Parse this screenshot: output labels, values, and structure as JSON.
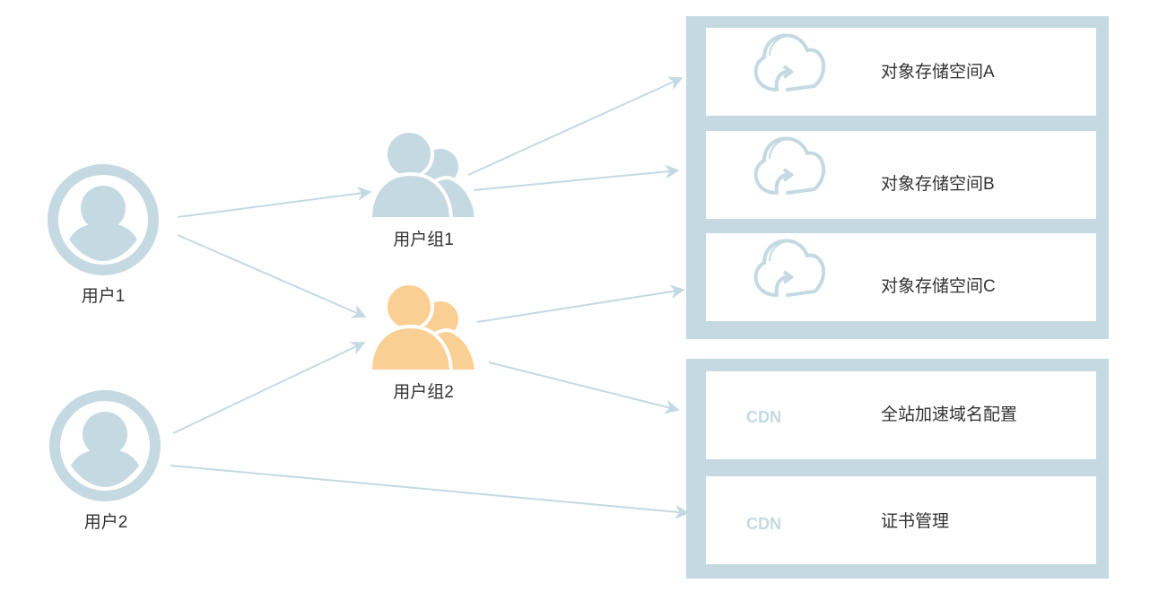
{
  "colors": {
    "primary": "#c5d9e2",
    "highlight": "#f9cf93",
    "text": "#333333"
  },
  "users": [
    {
      "label": "用户1"
    },
    {
      "label": "用户2"
    }
  ],
  "groups": [
    {
      "label": "用户组1"
    },
    {
      "label": "用户组2",
      "highlighted": true
    }
  ],
  "storage_buckets": [
    {
      "label": "对象存储空间A",
      "icon": "cloud-upload-icon"
    },
    {
      "label": "对象存储空间B",
      "icon": "cloud-upload-icon"
    },
    {
      "label": "对象存储空间C",
      "icon": "cloud-upload-icon"
    }
  ],
  "cdn_items": [
    {
      "badge": "CDN",
      "label": "全站加速域名配置"
    },
    {
      "badge": "CDN",
      "label": "证书管理"
    }
  ]
}
